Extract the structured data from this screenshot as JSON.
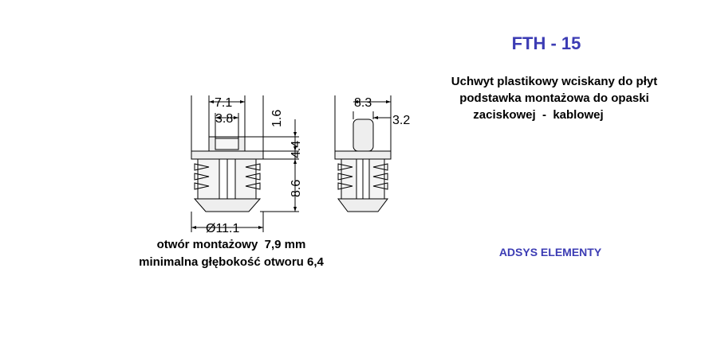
{
  "title": "FTH - 15",
  "description": {
    "line1": "Uchwyt plastikowy wciskany do płyt",
    "line2": "podstawka montażowa do opaski",
    "line3": "zaciskowej  -  kablowej"
  },
  "brand": "ADSYS ELEMENTY",
  "notes": {
    "line1": "otwór montażowy  7,9 mm",
    "line2": "minimalna głębokość otworu 6,4"
  },
  "dimensions": {
    "front_width_top": "7.1",
    "front_width_inner": "3.8",
    "front_height_top": "1.6",
    "front_height_head": "4.4",
    "front_height_body": "8.6",
    "front_diameter": "Ø11.1",
    "side_width_top": "8.3",
    "side_width_inner": "3.2"
  }
}
